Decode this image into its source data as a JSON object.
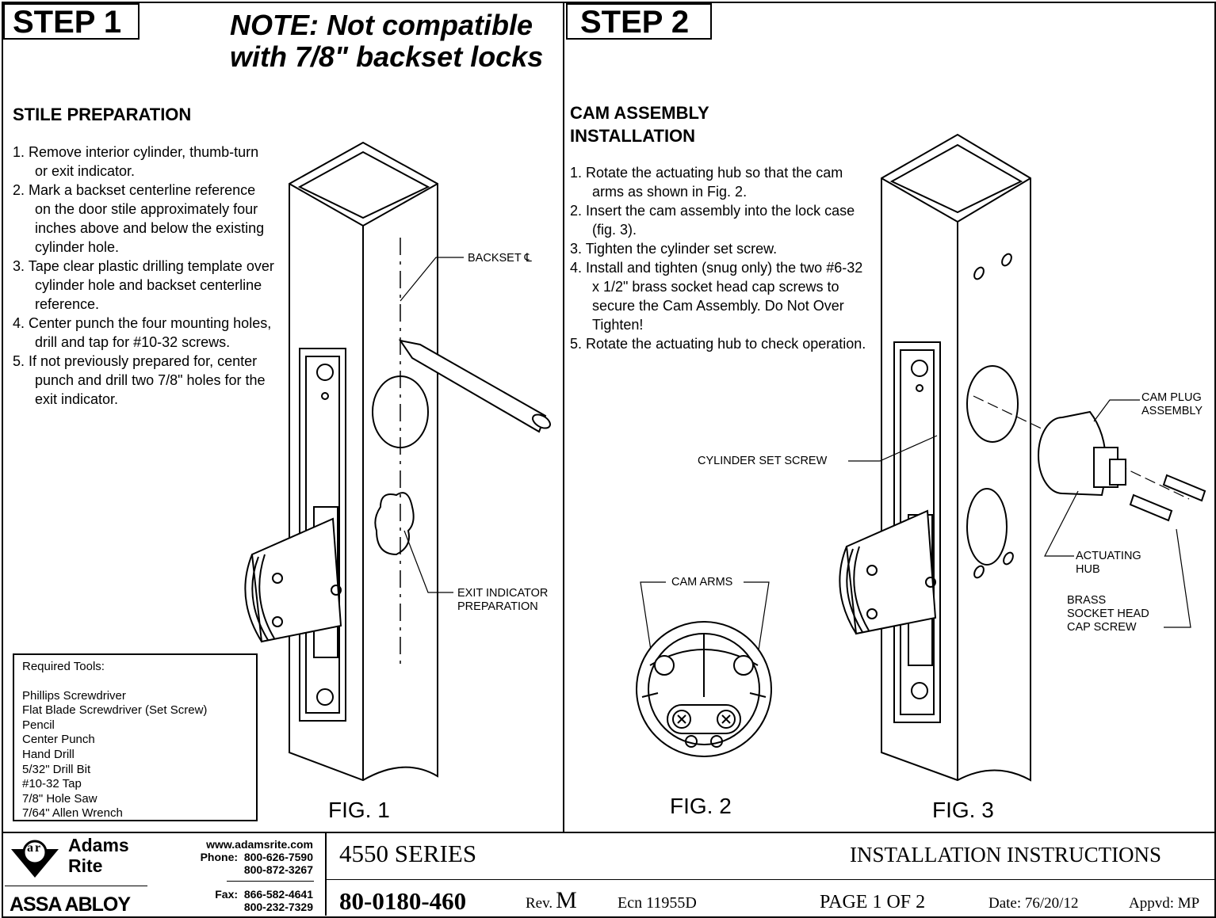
{
  "step1": {
    "badge": "STEP 1",
    "note_line1": "NOTE: Not compatible",
    "note_line2": "with 7/8\" backset locks",
    "heading": "STILE PREPARATION",
    "instructions": [
      "1. Remove interior cylinder, thumb-turn or exit indicator.",
      "2. Mark a backset centerline reference on the door stile approximately four inches above and below the existing cylinder hole.",
      "3. Tape clear plastic drilling template over cylinder hole and backset centerline reference.",
      "4. Center punch the four mounting holes, drill and tap for #10-32 screws.",
      "5. If not previously prepared for, center punch and drill two 7/8\" holes for the exit indicator."
    ],
    "callouts": {
      "backset": "BACKSET ℄",
      "exit_line1": "EXIT INDICATOR",
      "exit_line2": "PREPARATION"
    },
    "tools_title": "Required Tools:",
    "tools": [
      "Phillips Screwdriver",
      "Flat Blade Screwdriver (Set Screw)",
      "Pencil",
      "Center Punch",
      "Hand Drill",
      "5/32\" Drill Bit",
      "#10-32 Tap",
      "7/8\" Hole Saw",
      "7/64\" Allen Wrench"
    ],
    "fig_label": "FIG. 1"
  },
  "step2": {
    "badge": "STEP 2",
    "heading_line1": "CAM ASSEMBLY",
    "heading_line2": "INSTALLATION",
    "instructions": [
      "1. Rotate the actuating hub so that the cam arms as shown in Fig. 2.",
      "2. Insert the cam assembly into the lock case (fig. 3).",
      "3. Tighten the cylinder set screw.",
      "4. Install and tighten (snug only) the two #6-32 x 1/2\" brass socket head cap screws to secure the Cam Assembly. Do Not Over Tighten!",
      "5. Rotate the actuating hub to check operation."
    ],
    "callouts": {
      "cam_plug_line1": "CAM PLUG",
      "cam_plug_line2": "ASSEMBLY",
      "cylinder_set_screw": "CYLINDER SET SCREW",
      "cam_arms": "CAM ARMS",
      "hub_line1": "ACTUATING",
      "hub_line2": "HUB",
      "screw_line1": "BRASS",
      "screw_line2": "SOCKET HEAD",
      "screw_line3": "CAP SCREW"
    },
    "fig2_label": "FIG. 2",
    "fig3_label": "FIG. 3"
  },
  "footer": {
    "brand_line1": "Adams",
    "brand_line2": "Rite",
    "logo_letters": "ar",
    "parent_brand": "ASSA ABLOY",
    "website": "www.adamsrite.com",
    "phone_label": "Phone:",
    "phone1": "800-626-7590",
    "phone2": "800-872-3267",
    "fax_label": "Fax:",
    "fax1": "866-582-4641",
    "fax2": "800-232-7329",
    "series": "4550 SERIES",
    "doc_type": "INSTALLATION INSTRUCTIONS",
    "part_number": "80-0180-460",
    "rev_label": "Rev.",
    "rev_value": "M",
    "ecn": "Ecn 11955D",
    "page": "PAGE 1 OF 2",
    "date": "Date: 76/20/12",
    "approved": "Appvd: MP"
  }
}
